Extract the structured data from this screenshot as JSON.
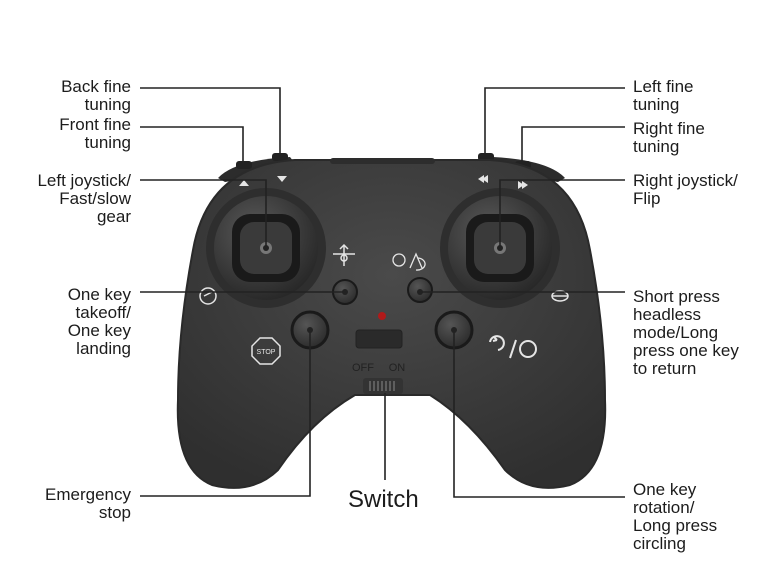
{
  "labels": {
    "back_fine_tuning": "Back fine\ntuning",
    "front_fine_tuning": "Front fine\ntuning",
    "left_joystick": "Left joystick/\nFast/slow\ngear",
    "one_key_takeoff": "One key\ntakeoff/\nOne key\nlanding",
    "emergency_stop": "Emergency\nstop",
    "left_fine_tuning": "Left fine\ntuning",
    "right_fine_tuning": "Right fine\ntuning",
    "right_joystick": "Right joystick/\nFlip",
    "headless_mode": "Short press\nheadless\nmode/Long\npress one key\nto return",
    "one_key_rotation": "One key\nrotation/\nLong press\ncircling",
    "switch": "Switch"
  },
  "controller": {
    "switch_off": "OFF",
    "switch_on": "ON",
    "stop_label": "STOP",
    "body_color": "#3e3e3e",
    "line_color": "#222222"
  }
}
